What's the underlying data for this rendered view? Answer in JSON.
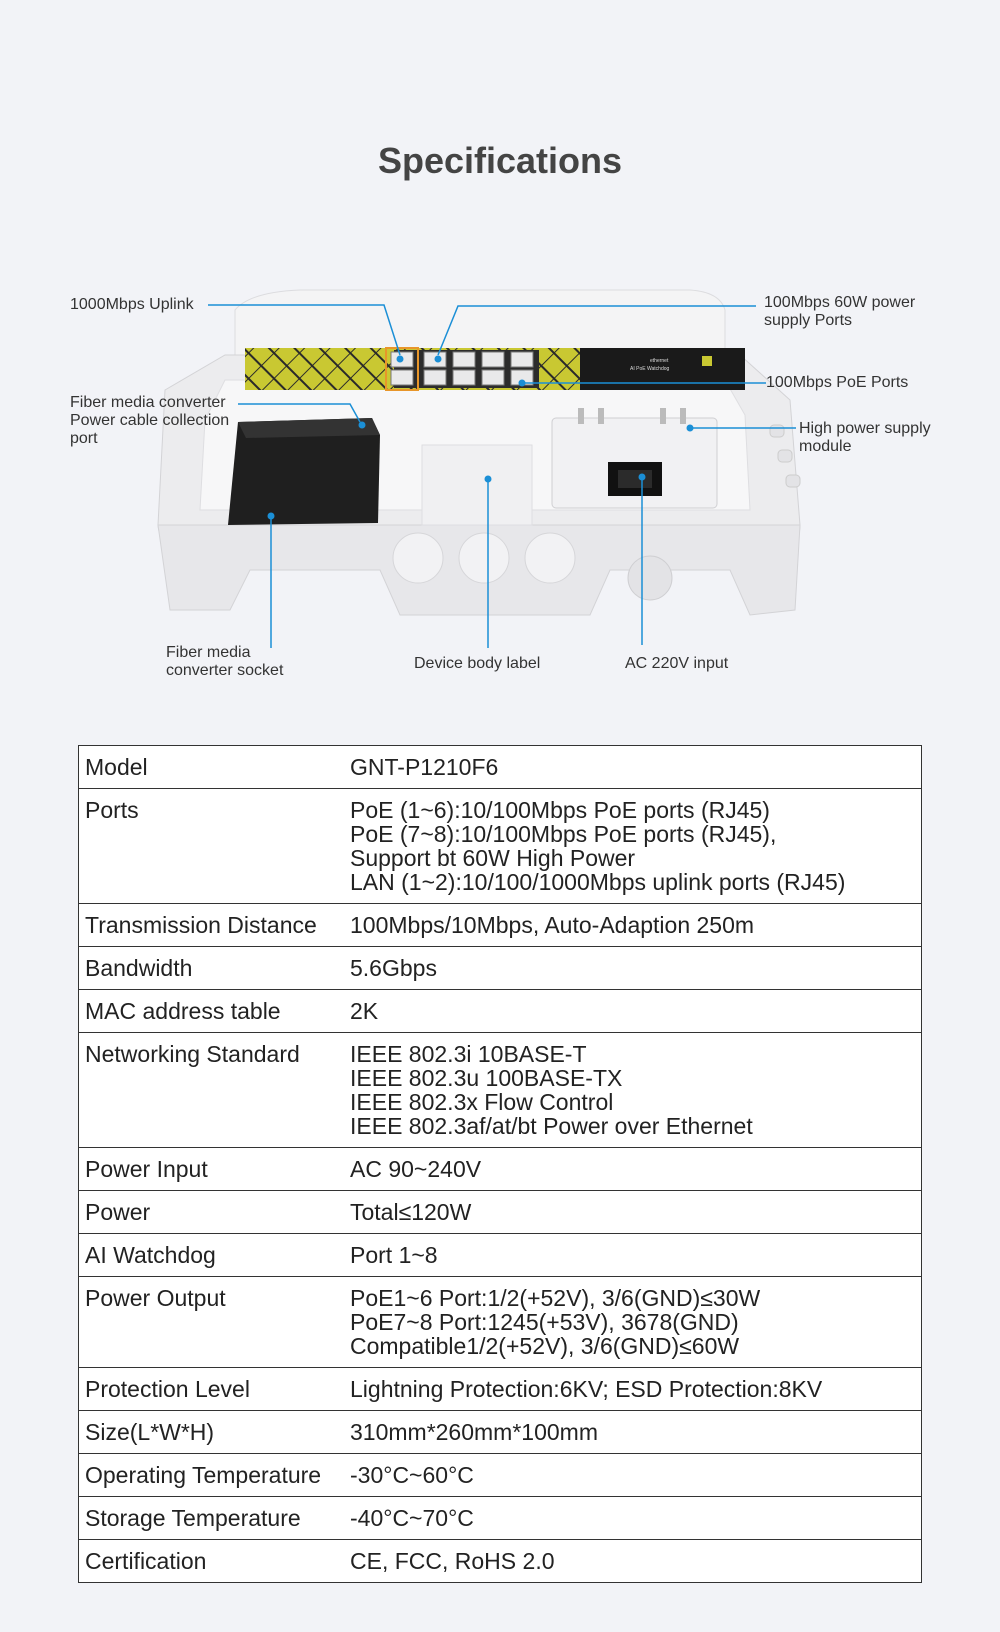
{
  "page": {
    "title": "Specifications"
  },
  "diagram": {
    "callouts": {
      "uplink": "1000Mbps Uplink",
      "power_60w": "100Mbps 60W power\nsupply Ports",
      "poe_ports": "100Mbps PoE Ports",
      "fiber_power": "Fiber media converter\nPower cable collection\nport",
      "psu": "High power supply\nmodule",
      "fiber_socket": "Fiber media\nconverter socket",
      "body_label": "Device body label",
      "ac_input": "AC 220V input"
    },
    "accent_color": "#1b8fd6",
    "panel_text": {
      "brand": "ethernet",
      "watchdog": "AI PoE Watchdog"
    }
  },
  "specs": [
    {
      "label": "Model",
      "value": "GNT-P1210F6"
    },
    {
      "label": "Ports",
      "value": "PoE (1~6):10/100Mbps PoE ports (RJ45)\nPoE (7~8):10/100Mbps PoE ports (RJ45),\nSupport bt 60W High Power\nLAN (1~2):10/100/1000Mbps uplink ports (RJ45)"
    },
    {
      "label": "Transmission Distance",
      "value": "100Mbps/10Mbps, Auto-Adaption 250m"
    },
    {
      "label": "Bandwidth",
      "value": "5.6Gbps"
    },
    {
      "label": "MAC address table",
      "value": "2K"
    },
    {
      "label": "Networking Standard",
      "value": "IEEE 802.3i 10BASE-T\nIEEE 802.3u 100BASE-TX\nIEEE 802.3x Flow Control\nIEEE 802.3af/at/bt Power over Ethernet"
    },
    {
      "label": "Power Input",
      "value": "AC 90~240V"
    },
    {
      "label": "Power",
      "value": "Total≤120W"
    },
    {
      "label": "AI Watchdog",
      "value": "Port 1~8"
    },
    {
      "label": "Power Output",
      "value": "PoE1~6 Port:1/2(+52V), 3/6(GND)≤30W\nPoE7~8 Port:1245(+53V), 3678(GND)\nCompatible1/2(+52V), 3/6(GND)≤60W"
    },
    {
      "label": "Protection Level",
      "value": "Lightning Protection:6KV; ESD Protection:8KV"
    },
    {
      "label": "Size(L*W*H)",
      "value": "310mm*260mm*100mm"
    },
    {
      "label": "Operating Temperature",
      "value": "-30°C~60°C"
    },
    {
      "label": "Storage Temperature",
      "value": "-40°C~70°C"
    },
    {
      "label": "Certification",
      "value": "CE, FCC, RoHS 2.0"
    }
  ]
}
